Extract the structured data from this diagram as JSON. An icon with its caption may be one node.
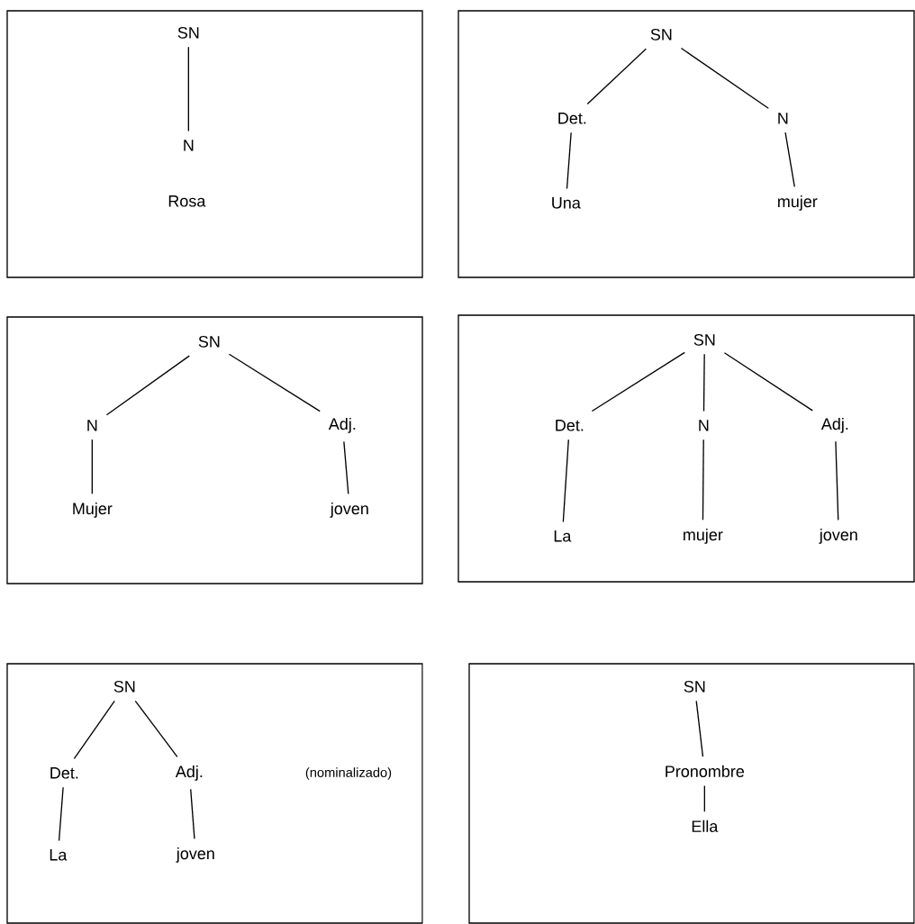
{
  "diagram": {
    "nodes": [
      {
        "text": [],
        "shape": "box"
      },
      {
        "text": [
          "SN"
        ],
        "in": 0
      },
      {
        "text": [
          "N"
        ],
        "in": 0
      },
      {
        "text": [
          "Rosa"
        ],
        "in": 0
      },
      {
        "text": [],
        "shape": "box"
      },
      {
        "text": [
          "SN"
        ],
        "in": 4
      },
      {
        "text": [
          "Det."
        ],
        "in": 4
      },
      {
        "text": [
          "N"
        ],
        "in": 4
      },
      {
        "text": [
          "Una"
        ],
        "in": 4
      },
      {
        "text": [
          "mujer"
        ],
        "in": 4
      },
      {
        "text": [],
        "shape": "box"
      },
      {
        "text": [
          "SN"
        ],
        "in": 10
      },
      {
        "text": [
          "N"
        ],
        "in": 10
      },
      {
        "text": [
          "Adj."
        ],
        "in": 10
      },
      {
        "text": [
          "Mujer"
        ],
        "in": 10
      },
      {
        "text": [
          "joven"
        ],
        "in": 10
      },
      {
        "text": [],
        "shape": "box"
      },
      {
        "text": [
          "SN"
        ],
        "in": 16
      },
      {
        "text": [
          "Det."
        ],
        "in": 16
      },
      {
        "text": [
          "N"
        ],
        "in": 16
      },
      {
        "text": [
          "Adj."
        ],
        "in": 16
      },
      {
        "text": [
          "La"
        ],
        "in": 16
      },
      {
        "text": [
          "mujer"
        ],
        "in": 16
      },
      {
        "text": [
          "joven"
        ],
        "in": 16
      },
      {
        "text": [],
        "shape": "box"
      },
      {
        "text": [
          "SN"
        ],
        "in": 24
      },
      {
        "text": [
          "Det."
        ],
        "in": 24
      },
      {
        "text": [
          "Adj."
        ],
        "in": 24
      },
      {
        "text": [
          "La"
        ],
        "in": 24
      },
      {
        "text": [
          "joven"
        ],
        "in": 24
      },
      {
        "text": [],
        "shape": "box"
      },
      {
        "text": [
          "SN"
        ],
        "in": 30
      },
      {
        "text": [
          "Pronombre"
        ],
        "in": 30
      },
      {
        "text": [
          "Ella"
        ],
        "in": 30
      }
    ],
    "edges": [
      {
        "from": 1,
        "to": 2,
        "arrow": "none"
      },
      {
        "from": 5,
        "to": 6,
        "arrow": "none"
      },
      {
        "from": 5,
        "to": 7,
        "arrow": "none"
      },
      {
        "from": 6,
        "to": 8,
        "arrow": "none"
      },
      {
        "from": 7,
        "to": 9,
        "arrow": "none"
      },
      {
        "from": 11,
        "to": 12,
        "arrow": "none"
      },
      {
        "from": 11,
        "to": 13,
        "arrow": "none"
      },
      {
        "from": 12,
        "to": 14,
        "arrow": "none"
      },
      {
        "from": 13,
        "to": 15,
        "arrow": "none"
      },
      {
        "from": 17,
        "to": 18,
        "arrow": "none"
      },
      {
        "from": 17,
        "to": 19,
        "arrow": "none"
      },
      {
        "from": 17,
        "to": 20,
        "arrow": "none"
      },
      {
        "from": 18,
        "to": 21,
        "arrow": "none"
      },
      {
        "from": 19,
        "to": 22,
        "arrow": "none"
      },
      {
        "from": 20,
        "to": 23,
        "arrow": "none"
      },
      {
        "from": 25,
        "to": 26,
        "arrow": "none"
      },
      {
        "from": 25,
        "to": 27,
        "arrow": "none"
      },
      {
        "from": 26,
        "to": 28,
        "arrow": "none"
      },
      {
        "from": 27,
        "to": 29,
        "arrow": "none"
      },
      {
        "from": 31,
        "to": 32,
        "arrow": "none"
      },
      {
        "from": 32,
        "to": 33,
        "arrow": "none"
      }
    ],
    "labels": [
      "(nominalizado)"
    ]
  }
}
